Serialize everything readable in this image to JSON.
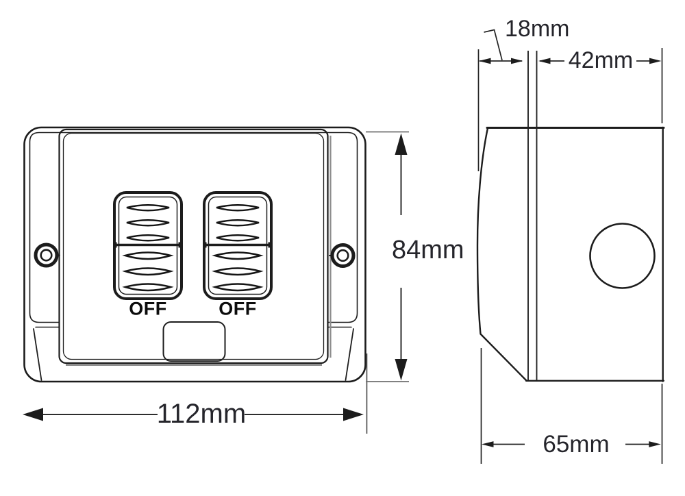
{
  "drawing_type": "switch-dimension-diagram",
  "colors": {
    "line": "#1c1c1c",
    "dimension_line": "#2e2e2e",
    "dimension_text": "#25252b",
    "plate_shadow": "#8d8d8d",
    "background": "#ffffff"
  },
  "front_view": {
    "rocker1_label": "OFF",
    "rocker2_label": "OFF",
    "width_dimension": "112mm",
    "height_dimension": "84mm"
  },
  "side_view": {
    "lid_depth_dimension": "18mm",
    "body_depth_dimension": "42mm",
    "overall_depth_dimension": "65mm"
  }
}
